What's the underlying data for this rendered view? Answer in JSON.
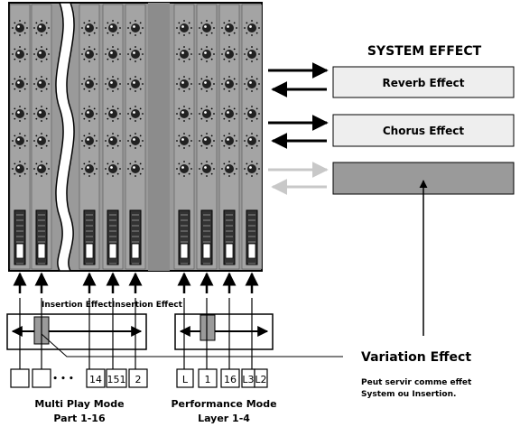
{
  "system_effect_title": "SYSTEM EFFECT",
  "reverb_label": "Reverb Effect",
  "chorus_label": "Chorus Effect",
  "insertion_effect_label_1": "Insertion Effect",
  "insertion_effect_label_2": "Insertion Effect",
  "variation_title": "Variation Effect",
  "variation_note_line1": "Peut servir comme effet",
  "variation_note_line2": "System ou Insertion.",
  "multi_play": {
    "title": "Multi Play Mode",
    "subtitle": "Part 1-16",
    "part_boxes": [
      "",
      "",
      "14",
      "151",
      "2"
    ],
    "ellipsis": "• • •"
  },
  "performance": {
    "title": "Performance Mode",
    "subtitle": "Layer 1-4",
    "layer_boxes": [
      "L",
      "1",
      "16",
      "L3",
      "L2"
    ]
  },
  "colors": {
    "mixer_body": "#9a9a9a",
    "panel_fill": "#eeeeee",
    "variation_box_fill": "#9a9a9a",
    "faded_arrow": "#c8c8c8"
  }
}
